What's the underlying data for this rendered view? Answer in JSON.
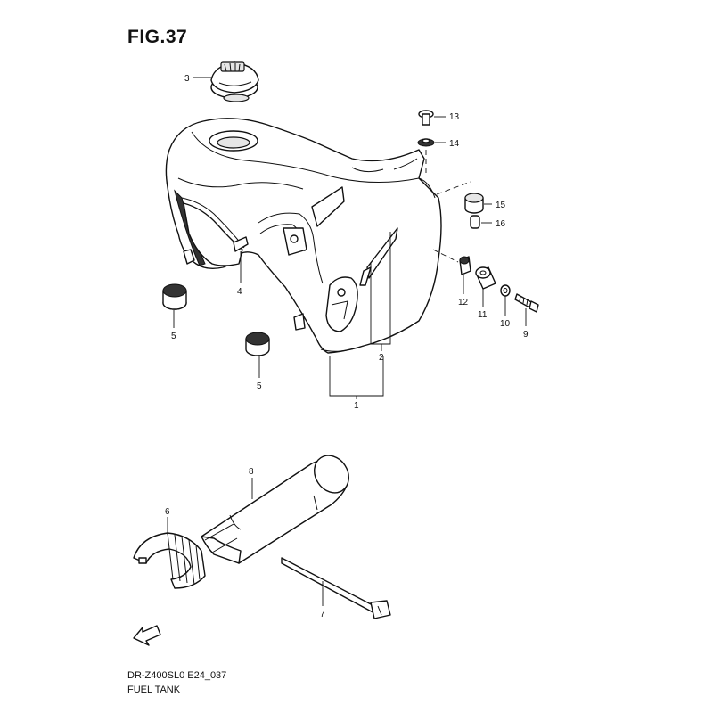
{
  "figure": {
    "title": "FIG.37",
    "drawing_code": "DR-Z400SL0 E24_037",
    "name": "FUEL TANK"
  },
  "callouts": {
    "c1": "1",
    "c2": "2",
    "c3": "3",
    "c4": "4",
    "c5a": "5",
    "c5b": "5",
    "c6": "6",
    "c7": "7",
    "c8": "8",
    "c9": "9",
    "c10": "10",
    "c11": "11",
    "c12": "12",
    "c13": "13",
    "c14": "14",
    "c15": "15",
    "c16": "16"
  },
  "direction_marker": {
    "label": "FWD",
    "icon": "forward-arrow-icon"
  }
}
